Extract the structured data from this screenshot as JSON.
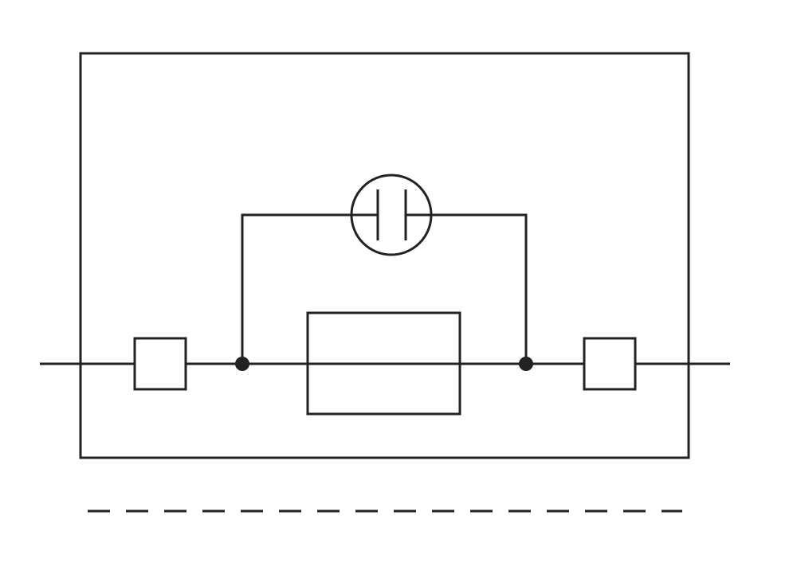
{
  "diagram": {
    "type": "circuit-schematic",
    "components": [
      {
        "name": "housing-frame",
        "kind": "rectangle-enclosure"
      },
      {
        "name": "left-terminal",
        "kind": "terminal-square"
      },
      {
        "name": "right-terminal",
        "kind": "terminal-square"
      },
      {
        "name": "fuse-element",
        "kind": "fuse-rectangle"
      },
      {
        "name": "indicator-lamp",
        "kind": "glow-lamp-circle"
      },
      {
        "name": "left-junction-dot",
        "kind": "junction"
      },
      {
        "name": "right-junction-dot",
        "kind": "junction"
      }
    ],
    "connections": [
      {
        "from": "left-terminal",
        "to": "left-junction-dot"
      },
      {
        "from": "left-junction-dot",
        "to": "fuse-element"
      },
      {
        "from": "fuse-element",
        "to": "right-junction-dot"
      },
      {
        "from": "right-junction-dot",
        "to": "right-terminal"
      },
      {
        "from": "left-junction-dot",
        "to": "indicator-lamp"
      },
      {
        "from": "indicator-lamp",
        "to": "right-junction-dot"
      }
    ],
    "line_color": "#222222",
    "background_color": "#ffffff",
    "footer_line_style": "dashed"
  }
}
